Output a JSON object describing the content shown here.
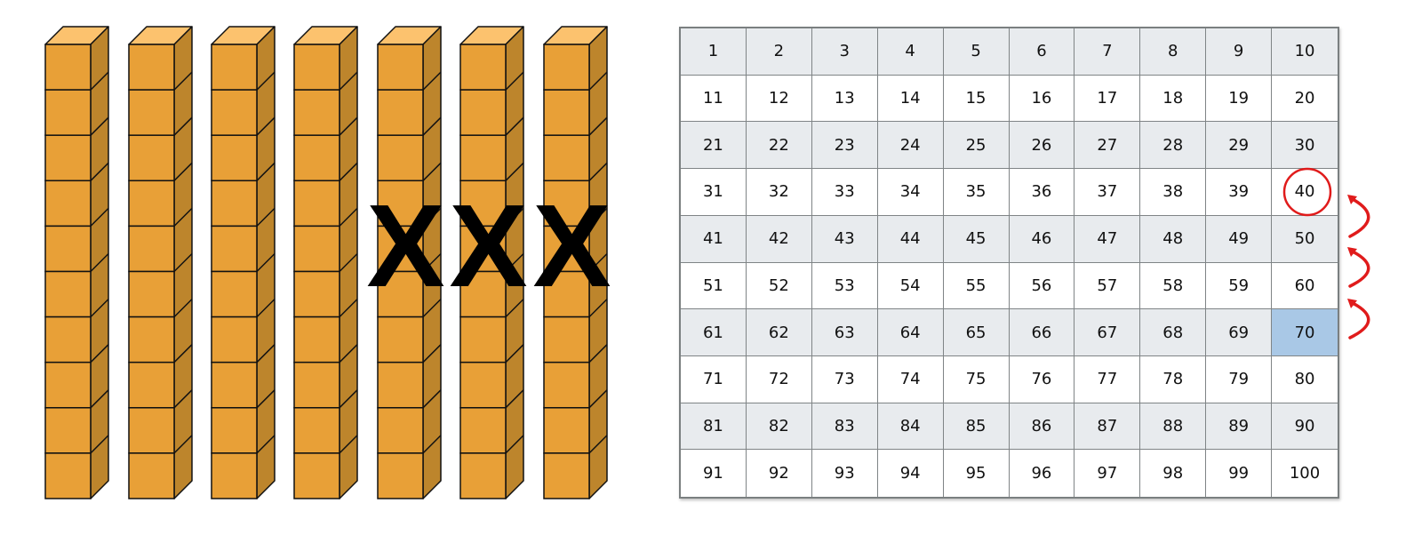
{
  "rods": {
    "count": 7,
    "cubes_per_rod": 10,
    "crossed_out": [
      false,
      false,
      false,
      false,
      true,
      true,
      true
    ],
    "cross_mark": "X",
    "colors": {
      "front": "#e8a037",
      "top": "#fcc26e",
      "side": "#bd852c",
      "outline": "#111111"
    }
  },
  "hundred_chart": {
    "rows": [
      [
        "1",
        "2",
        "3",
        "4",
        "5",
        "6",
        "7",
        "8",
        "9",
        "10"
      ],
      [
        "11",
        "12",
        "13",
        "14",
        "15",
        "16",
        "17",
        "18",
        "19",
        "20"
      ],
      [
        "21",
        "22",
        "23",
        "24",
        "25",
        "26",
        "27",
        "28",
        "29",
        "30"
      ],
      [
        "31",
        "32",
        "33",
        "34",
        "35",
        "36",
        "37",
        "38",
        "39",
        "40"
      ],
      [
        "41",
        "42",
        "43",
        "44",
        "45",
        "46",
        "47",
        "48",
        "49",
        "50"
      ],
      [
        "51",
        "52",
        "53",
        "54",
        "55",
        "56",
        "57",
        "58",
        "59",
        "60"
      ],
      [
        "61",
        "62",
        "63",
        "64",
        "65",
        "66",
        "67",
        "68",
        "69",
        "70"
      ],
      [
        "71",
        "72",
        "73",
        "74",
        "75",
        "76",
        "77",
        "78",
        "79",
        "80"
      ],
      [
        "81",
        "82",
        "83",
        "84",
        "85",
        "86",
        "87",
        "88",
        "89",
        "90"
      ],
      [
        "91",
        "92",
        "93",
        "94",
        "95",
        "96",
        "97",
        "98",
        "99",
        "100"
      ]
    ],
    "shaded_rows": [
      0,
      2,
      4,
      6,
      8
    ],
    "highlighted_cell": "70",
    "circled_cell": "40",
    "jump_arrows": [
      {
        "from": "70",
        "to": "60"
      },
      {
        "from": "60",
        "to": "50"
      },
      {
        "from": "50",
        "to": "40"
      }
    ],
    "colors": {
      "shaded": "#e8ebee",
      "highlight": "#a9c8e6",
      "annotation": "#e01b1b"
    }
  }
}
